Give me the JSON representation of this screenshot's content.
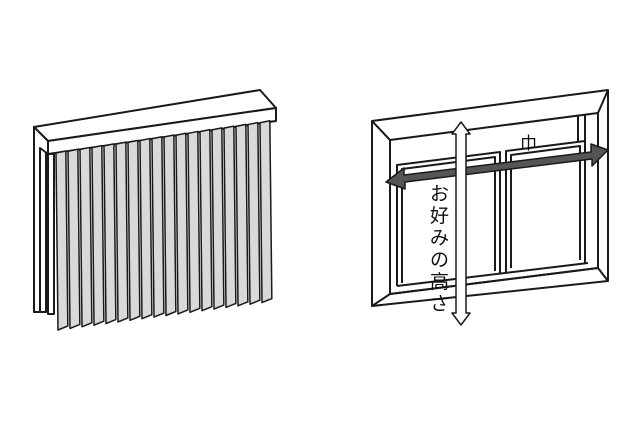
{
  "labels": {
    "width": "巾",
    "height_chars": [
      "お",
      "好",
      "み",
      "の",
      "高",
      "さ"
    ]
  },
  "colors": {
    "line": "#1a1a1a",
    "slat": "#d9d9d9",
    "frame_face": "#ffffff",
    "arrow_fill": "#555555"
  }
}
